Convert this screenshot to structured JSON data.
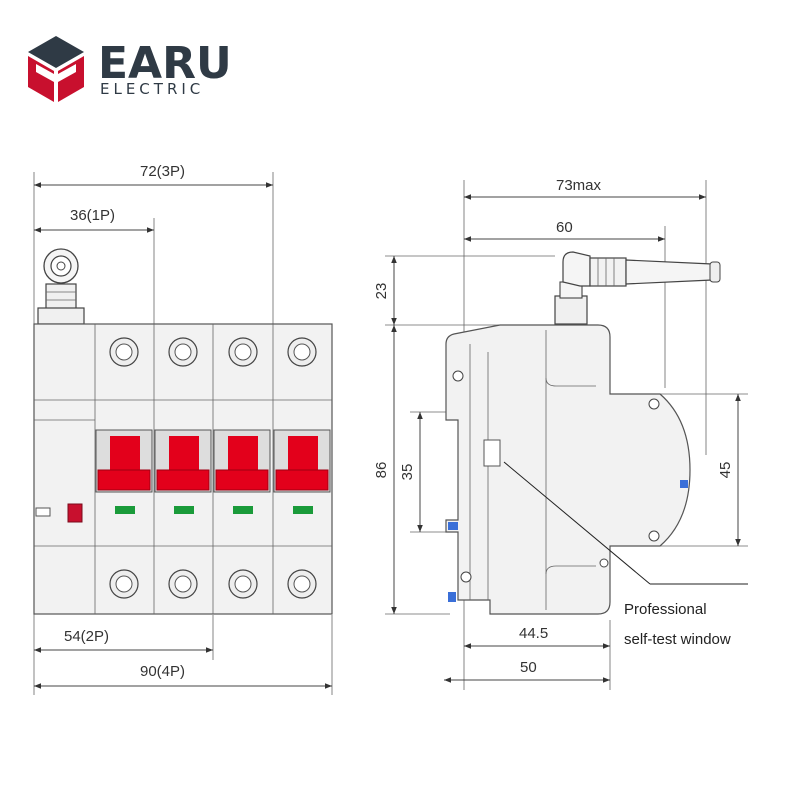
{
  "brand": {
    "name": "EARU",
    "subtitle": "ELECTRIC",
    "logo_colors": {
      "dark": "#2f3a45",
      "accent": "#c8102e"
    }
  },
  "front_view": {
    "dimensions": {
      "width_3p": "72(3P)",
      "width_1p": "36(1P)",
      "width_2p": "54(2P)",
      "width_4p": "90(4P)"
    },
    "poles": 4,
    "handle_color": "#e3001b",
    "indicator_color": "#1a9b3a"
  },
  "side_view": {
    "dimensions": {
      "overall_depth": "73max",
      "depth_60": "60",
      "antenna_height": "23",
      "body_height": "86",
      "rail_height": "35",
      "front_height": "45",
      "depth_44_5": "44.5",
      "depth_50": "50"
    },
    "callout": {
      "line1": "Professional",
      "line2": "self-test window"
    }
  }
}
